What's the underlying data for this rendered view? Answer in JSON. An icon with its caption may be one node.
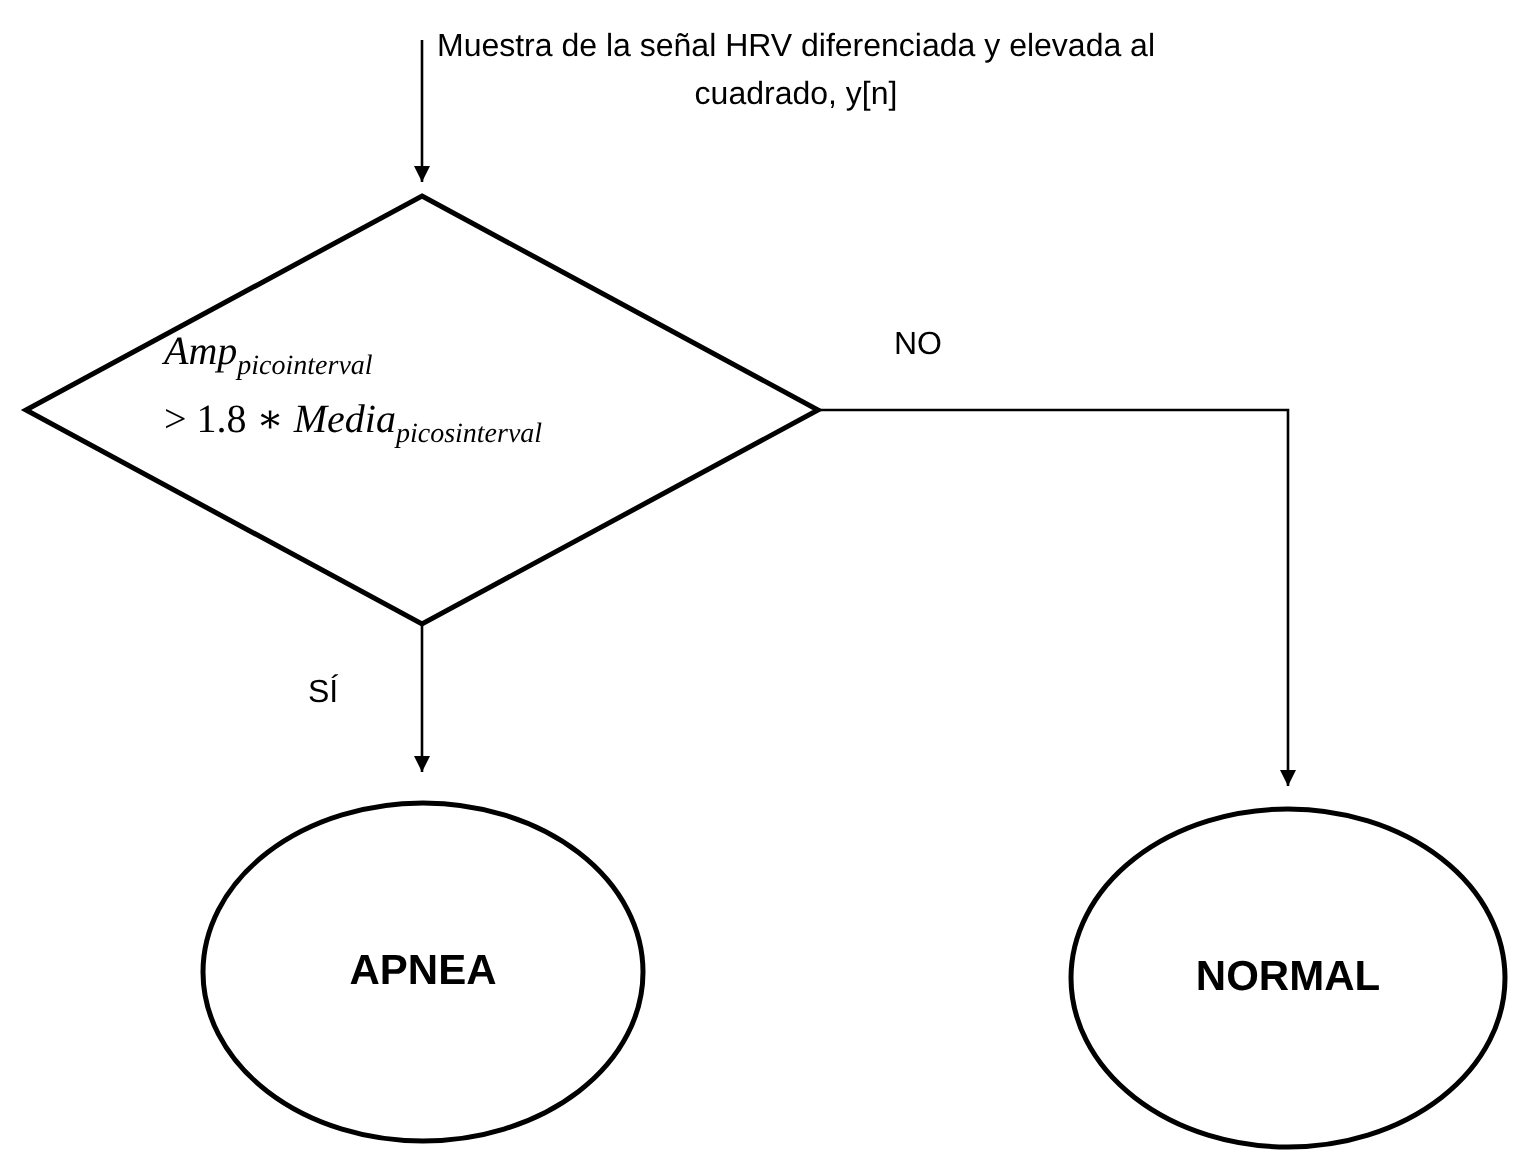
{
  "diagram": {
    "nodes": [
      {
        "text": [
          "Muestra de la señal HRV diferenciada y elevada al cuadrado, y[n]"
        ]
      },
      {
        "text": [
          "*Amp*$_{picointerval}$ > 1.8 ∗ *Media*$_{picosinterval}$"
        ]
      },
      {
        "text": [
          "APNEA"
        ]
      },
      {
        "text": [
          "NORMAL"
        ]
      }
    ],
    "edges": [
      {
        "from": 0,
        "to": 1,
        "arrow": "to"
      },
      {
        "from": 1,
        "to": 2,
        "arrow": "to",
        "label": "SÍ"
      },
      {
        "from": 1,
        "to": 3,
        "arrow": "to",
        "label": "NO"
      }
    ]
  }
}
